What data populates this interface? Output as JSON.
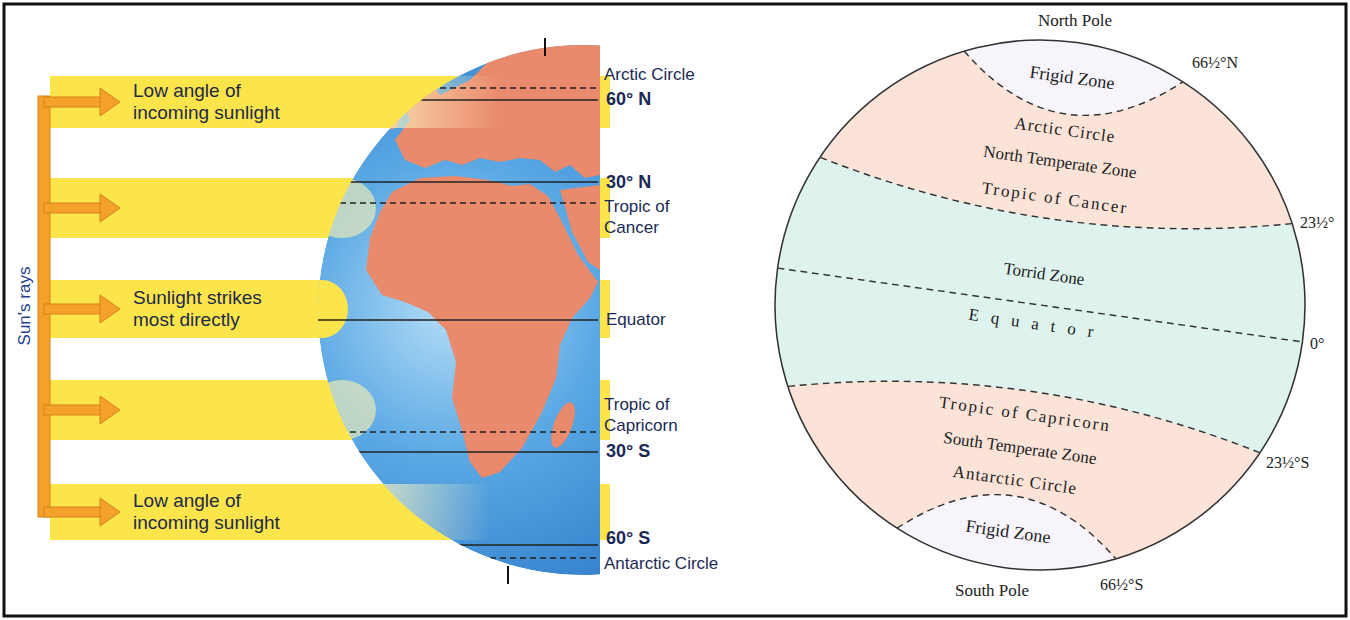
{
  "diagram": {
    "nodes": [
      {
        "text": [
          "Low angle of incoming sunlight"
        ]
      },
      {
        "text": [
          "Sunlight strikes most directly"
        ]
      },
      {
        "text": [
          "Low angle of incoming sunlight"
        ]
      }
    ],
    "labels": [
      "Sun's rays",
      "Arctic Circle",
      "60° N",
      "30° N",
      "Tropic of Cancer",
      "Equator",
      "Tropic of Capricorn",
      "30° S",
      "60° S",
      "Antarctic Circle",
      "North Pole",
      "66½°N",
      "Frigid Zone",
      "Arctic Circle",
      "North Temperate Zone",
      "Tropic of Cancer",
      "23½°",
      "Torrid Zone",
      "Equator",
      "0°",
      "Tropic of Capricorn",
      "South Temperate Zone",
      "23½°S",
      "Antarctic Circle",
      "Frigid Zone",
      "South Pole",
      "66½°S"
    ]
  }
}
